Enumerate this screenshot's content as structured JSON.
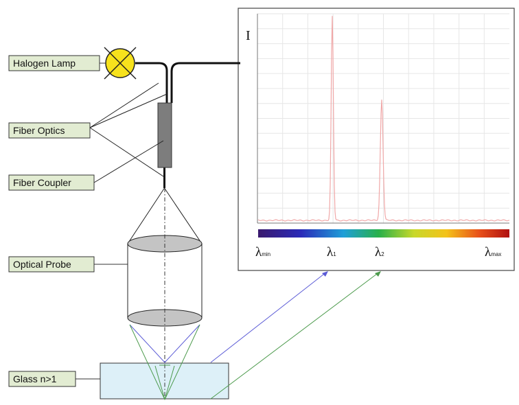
{
  "labels": {
    "halogen_lamp": "Halogen Lamp",
    "fiber_optics": "Fiber Optics",
    "fiber_coupler": "Fiber Coupler",
    "optical_probe": "Optical Probe",
    "glass": "Glass n>1"
  },
  "spectrum": {
    "intensity_axis": "I",
    "lambda_symbol": "λ",
    "lambda_min_sub": "min",
    "lambda_1_sub": "1",
    "lambda_2_sub": "2",
    "lambda_max_sub": "max"
  },
  "colors": {
    "label_fill": "#e2ecd2",
    "lamp_fill": "#f7e21c",
    "glass_fill": "#ddf0f8",
    "spectrum_line": "#f0a8a8",
    "grid_line": "#e6e6e6",
    "blue_ray": "#5b5bd6",
    "green_ray": "#4c9a4c"
  }
}
